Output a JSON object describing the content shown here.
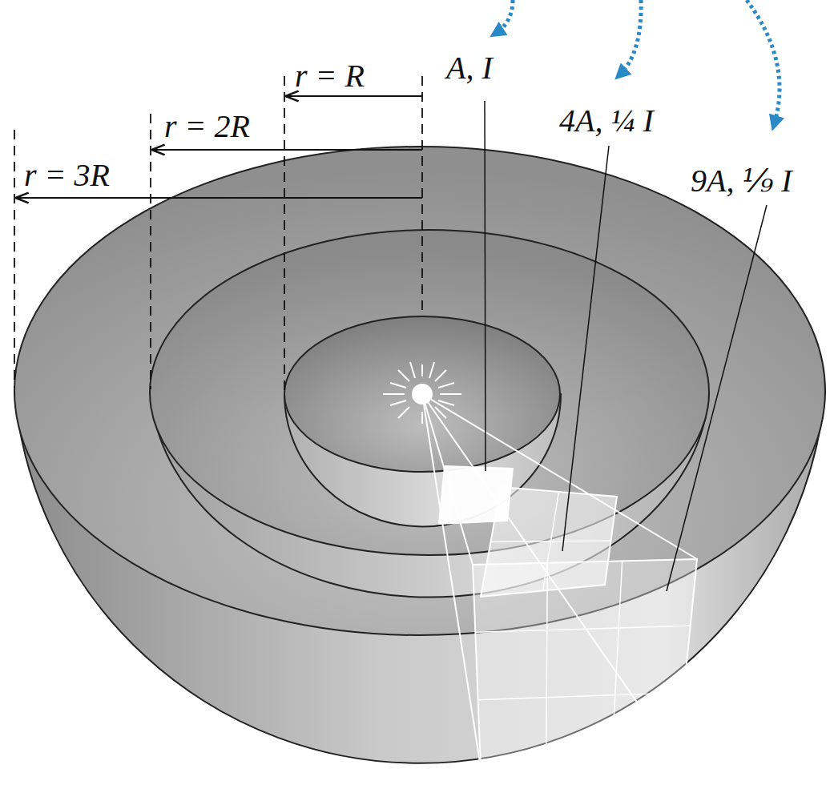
{
  "diagram": {
    "labels": [
      "r = R",
      "r = 2R",
      "r = 3R",
      "A, I",
      "4A, ¼ I",
      "9A, ⅑ I"
    ]
  }
}
